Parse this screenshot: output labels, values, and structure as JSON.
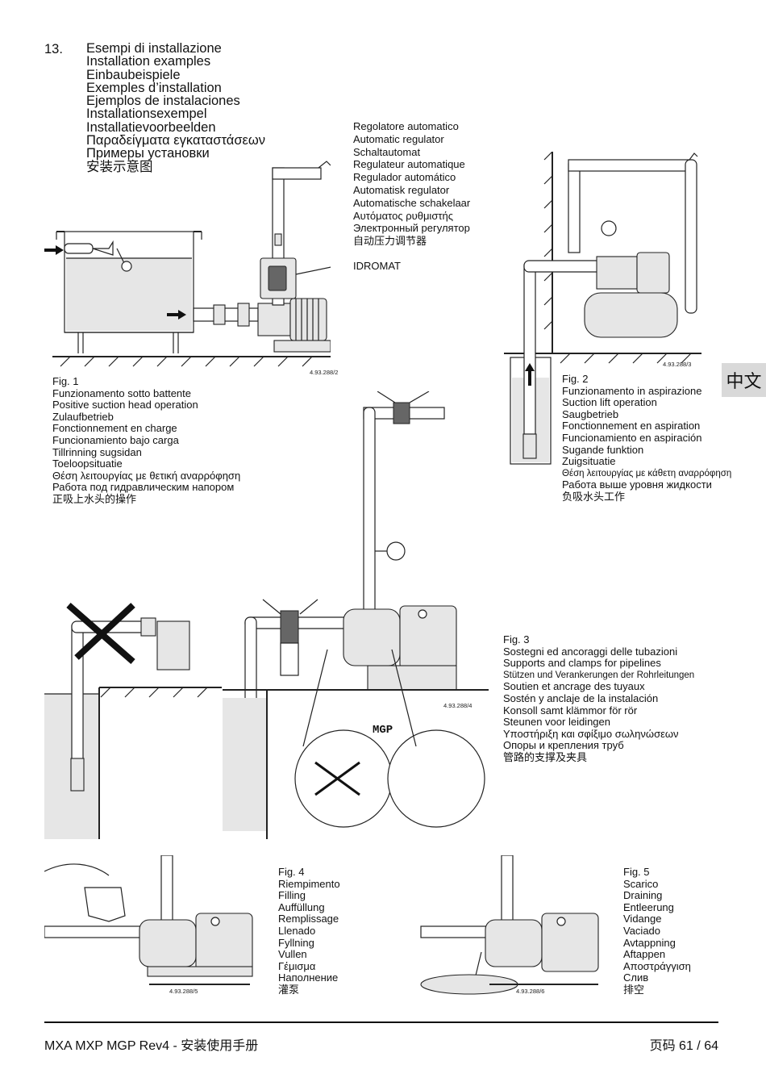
{
  "section": {
    "number": "13.",
    "titles": [
      "Esempi di installazione",
      "Installation examples",
      "Einbaubeispiele",
      "Exemples d’installation",
      "Ejemplos de instalaciones",
      "Installationsexempel",
      "Installatievoorbeelden",
      "Παραδείγματα εγκαταστάσεων",
      "Примеры установки",
      "安装示意图"
    ]
  },
  "regulator": {
    "lines": [
      "Regolatore automatico",
      "Automatic regulator",
      "Schaltautomat",
      "Regulateur automatique",
      "Regulador automático",
      "Automatisk regulator",
      "Automatische schakelaar",
      "Αυτόματος ρυθμιστής",
      "Электронный регулятор",
      "自动压力调节器"
    ],
    "idromat": "IDROMAT"
  },
  "fig1": {
    "code": "4.93.288/2",
    "lines": [
      "Fig. 1",
      "Funzionamento sotto battente",
      "Positive suction head operation",
      "Zulaufbetrieb",
      "Fonctionnement en charge",
      "Funcionamiento bajo carga",
      "Tillrinning sugsidan",
      "Toeloopsituatie",
      "Θέση λειτουργίας με θετική αναρρόφηση",
      "Работа под гидравлическим напором",
      "正吸上水头的操作"
    ]
  },
  "fig2": {
    "code": "4.93.288/3",
    "lines": [
      "Fig. 2",
      "Funzionamento in aspirazione",
      "Suction lift operation",
      "Saugbetrieb",
      "Fonctionnement en aspiration",
      "Funcionamiento en aspiración",
      "Sugande funktion",
      "Zuigsituatie",
      "Θέση λειτουργίας με κάθετη αναρρόφηση",
      "Работа выше уровня жидкости",
      "负吸水头工作"
    ]
  },
  "fig3": {
    "code": "4.93.288/4",
    "mgp": "MGP",
    "lines": [
      "Fig. 3",
      "Sostegni ed ancoraggi delle tubazioni",
      "Supports and clamps for pipelines",
      "Stützen und Verankerungen der Rohrleitungen",
      "Soutien et ancrage des tuyaux",
      "Sostén y anclaje de la instalación",
      "Konsoll samt klämmor för rör",
      "Steunen voor leidingen",
      "Υποστήριξη και σφίξιμο σωληνώσεων",
      "Опоры и крепления труб",
      "管路的支撑及夹具"
    ]
  },
  "fig4": {
    "code": "4.93.288/5",
    "lines": [
      "Fig. 4",
      "Riempimento",
      "Filling",
      "Auffüllung",
      "Remplissage",
      "Llenado",
      "Fyllning",
      "Vullen",
      "Γέμισμα",
      "Наполнение",
      "灌泵"
    ]
  },
  "fig5": {
    "code": "4.93.288/6",
    "lines": [
      "Fig. 5",
      "Scarico",
      "Draining",
      "Entleerung",
      "Vidange",
      "Vaciado",
      "Avtappning",
      "Aftappen",
      "Αποστράγγιση",
      "Слив",
      "排空"
    ]
  },
  "side_tab": "中文",
  "footer": {
    "left": "MXA MXP MGP Rev4 - 安装使用手册",
    "right": "页码 61 / 64"
  }
}
